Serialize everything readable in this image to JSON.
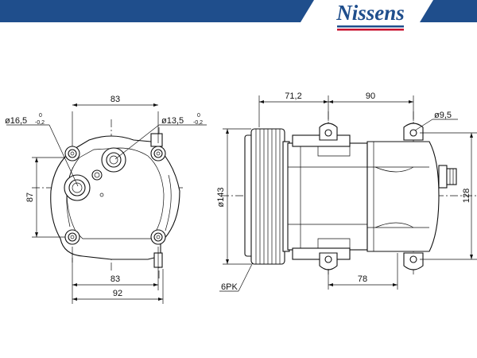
{
  "brand": {
    "logo_text": "Nissens",
    "header_color": "#1f4e8c",
    "logo_text_color": "#1f4e8c",
    "logo_stripe_colors": [
      "#1f4e8c",
      "#c8102e"
    ]
  },
  "front_view": {
    "dim_top_width": "83",
    "dim_bottom_width": "83",
    "dim_overall_width": "92",
    "dim_height": "87",
    "label_left_bore": "ø16,5",
    "label_left_bore_tol_top": "0",
    "label_left_bore_tol_bottom": "-0,2",
    "label_right_bore": "ø13,5",
    "label_right_bore_tol_top": "0",
    "label_right_bore_tol_bottom": "-0,2"
  },
  "side_view": {
    "dim_pulley_to_mount": "71,2",
    "dim_mount_spacing": "90",
    "dim_mount_hole": "ø9,5",
    "dim_pulley_diameter": "ø143",
    "dim_height": "128",
    "dim_bottom_mount": "78",
    "label_belt": "6PK"
  }
}
